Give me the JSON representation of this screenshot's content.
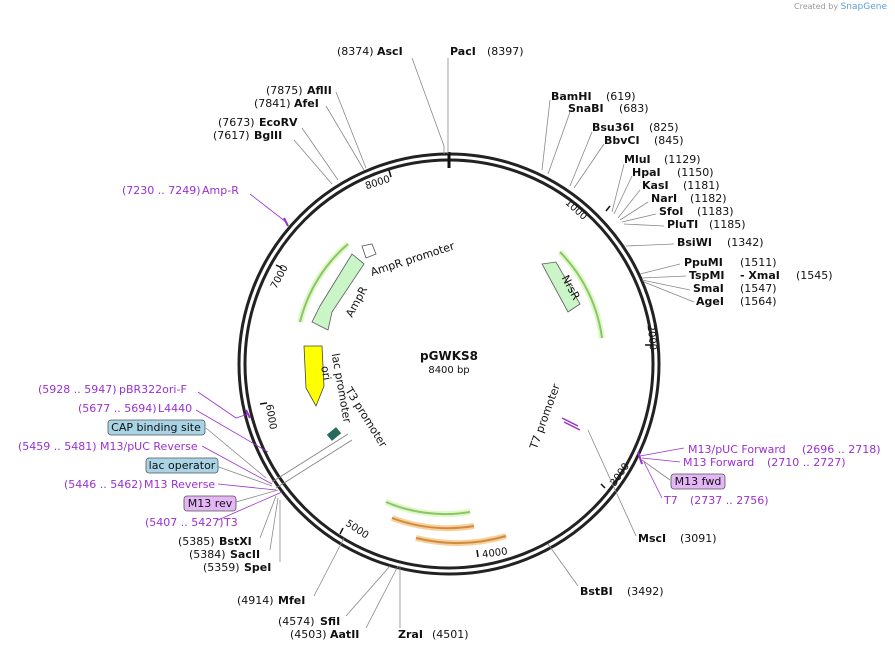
{
  "branding": {
    "prefix": "Created by",
    "name": "SnapGene"
  },
  "plasmid": {
    "name": "pGWKS8",
    "length_label": "8400 bp"
  },
  "ticks": [
    {
      "label": "1000"
    },
    {
      "label": "2000"
    },
    {
      "label": "3000"
    },
    {
      "label": "4000"
    },
    {
      "label": "5000"
    },
    {
      "label": "6000"
    },
    {
      "label": "7000"
    },
    {
      "label": "8000"
    }
  ],
  "enzymes": [
    {
      "name": "AscI",
      "pos": "(8374)"
    },
    {
      "name": "PacI",
      "pos": "(8397)"
    },
    {
      "name": "AflII",
      "pos": "(7875)"
    },
    {
      "name": "AfeI",
      "pos": "(7841)"
    },
    {
      "name": "EcoRV",
      "pos": "(7673)"
    },
    {
      "name": "BglII",
      "pos": "(7617)"
    },
    {
      "name": "BamHI",
      "pos": "(619)"
    },
    {
      "name": "SnaBI",
      "pos": "(683)"
    },
    {
      "name": "Bsu36I",
      "pos": "(825)"
    },
    {
      "name": "BbvCI",
      "pos": "(845)"
    },
    {
      "name": "MluI",
      "pos": "(1129)"
    },
    {
      "name": "HpaI",
      "pos": "(1150)"
    },
    {
      "name": "KasI",
      "pos": "(1181)"
    },
    {
      "name": "NarI",
      "pos": "(1182)"
    },
    {
      "name": "SfoI",
      "pos": "(1183)"
    },
    {
      "name": "PluTI",
      "pos": "(1185)"
    },
    {
      "name": "BsiWI",
      "pos": "(1342)"
    },
    {
      "name": "PpuMI",
      "pos": "(1511)"
    },
    {
      "name": "TspMI",
      "pos": "(1545)",
      "extra": "- XmaI"
    },
    {
      "name": "SmaI",
      "pos": "(1547)"
    },
    {
      "name": "AgeI",
      "pos": "(1564)"
    },
    {
      "name": "MscI",
      "pos": "(3091)"
    },
    {
      "name": "BstBI",
      "pos": "(3492)"
    },
    {
      "name": "ZraI",
      "pos": "(4501)"
    },
    {
      "name": "AatII",
      "pos": "(4503)"
    },
    {
      "name": "SfiI",
      "pos": "(4574)"
    },
    {
      "name": "MfeI",
      "pos": "(4914)"
    },
    {
      "name": "SpeI",
      "pos": "(5359)"
    },
    {
      "name": "SacII",
      "pos": "(5384)"
    },
    {
      "name": "BstXI",
      "pos": "(5385)"
    }
  ],
  "primers": [
    {
      "range": "(7230 .. 7249)",
      "name": "Amp-R"
    },
    {
      "range": "(5928 .. 5947)",
      "name": "pBR322ori-F"
    },
    {
      "range": "(5677 .. 5694)",
      "name": "L4440"
    },
    {
      "range": "(5459 .. 5481)",
      "name": "M13/pUC Reverse"
    },
    {
      "range": "(5446 .. 5462)",
      "name": "M13 Reverse"
    },
    {
      "range": "(5407 .. 5427)",
      "name": "T3"
    },
    {
      "name": "M13/pUC Forward",
      "range": "(2696 .. 2718)"
    },
    {
      "name": "M13 Forward",
      "range": "(2710 .. 2727)"
    },
    {
      "name": "T7",
      "range": "(2737 .. 2756)"
    }
  ],
  "boxed_features": [
    {
      "label": "CAP binding site",
      "color": "#a8d4e6"
    },
    {
      "label": "lac operator",
      "color": "#a8d4e6"
    },
    {
      "label": "M13 rev",
      "color": "#e4b6f5"
    },
    {
      "label": "M13 fwd",
      "color": "#e4b6f5"
    }
  ],
  "features": [
    {
      "label": "AmpR promoter"
    },
    {
      "label": "AmpR"
    },
    {
      "label": "NrsR"
    },
    {
      "label": "ori"
    },
    {
      "label": "lac promoter"
    },
    {
      "label": "T3 promoter"
    },
    {
      "label": "T7 promoter"
    }
  ],
  "colors": {
    "primer": "#9b30d0",
    "feature_green": "#c9f5c7",
    "ori_yellow": "#ffff00",
    "orange_arrow": "#f2b25a",
    "brand_blue": "#5aa0d6"
  }
}
